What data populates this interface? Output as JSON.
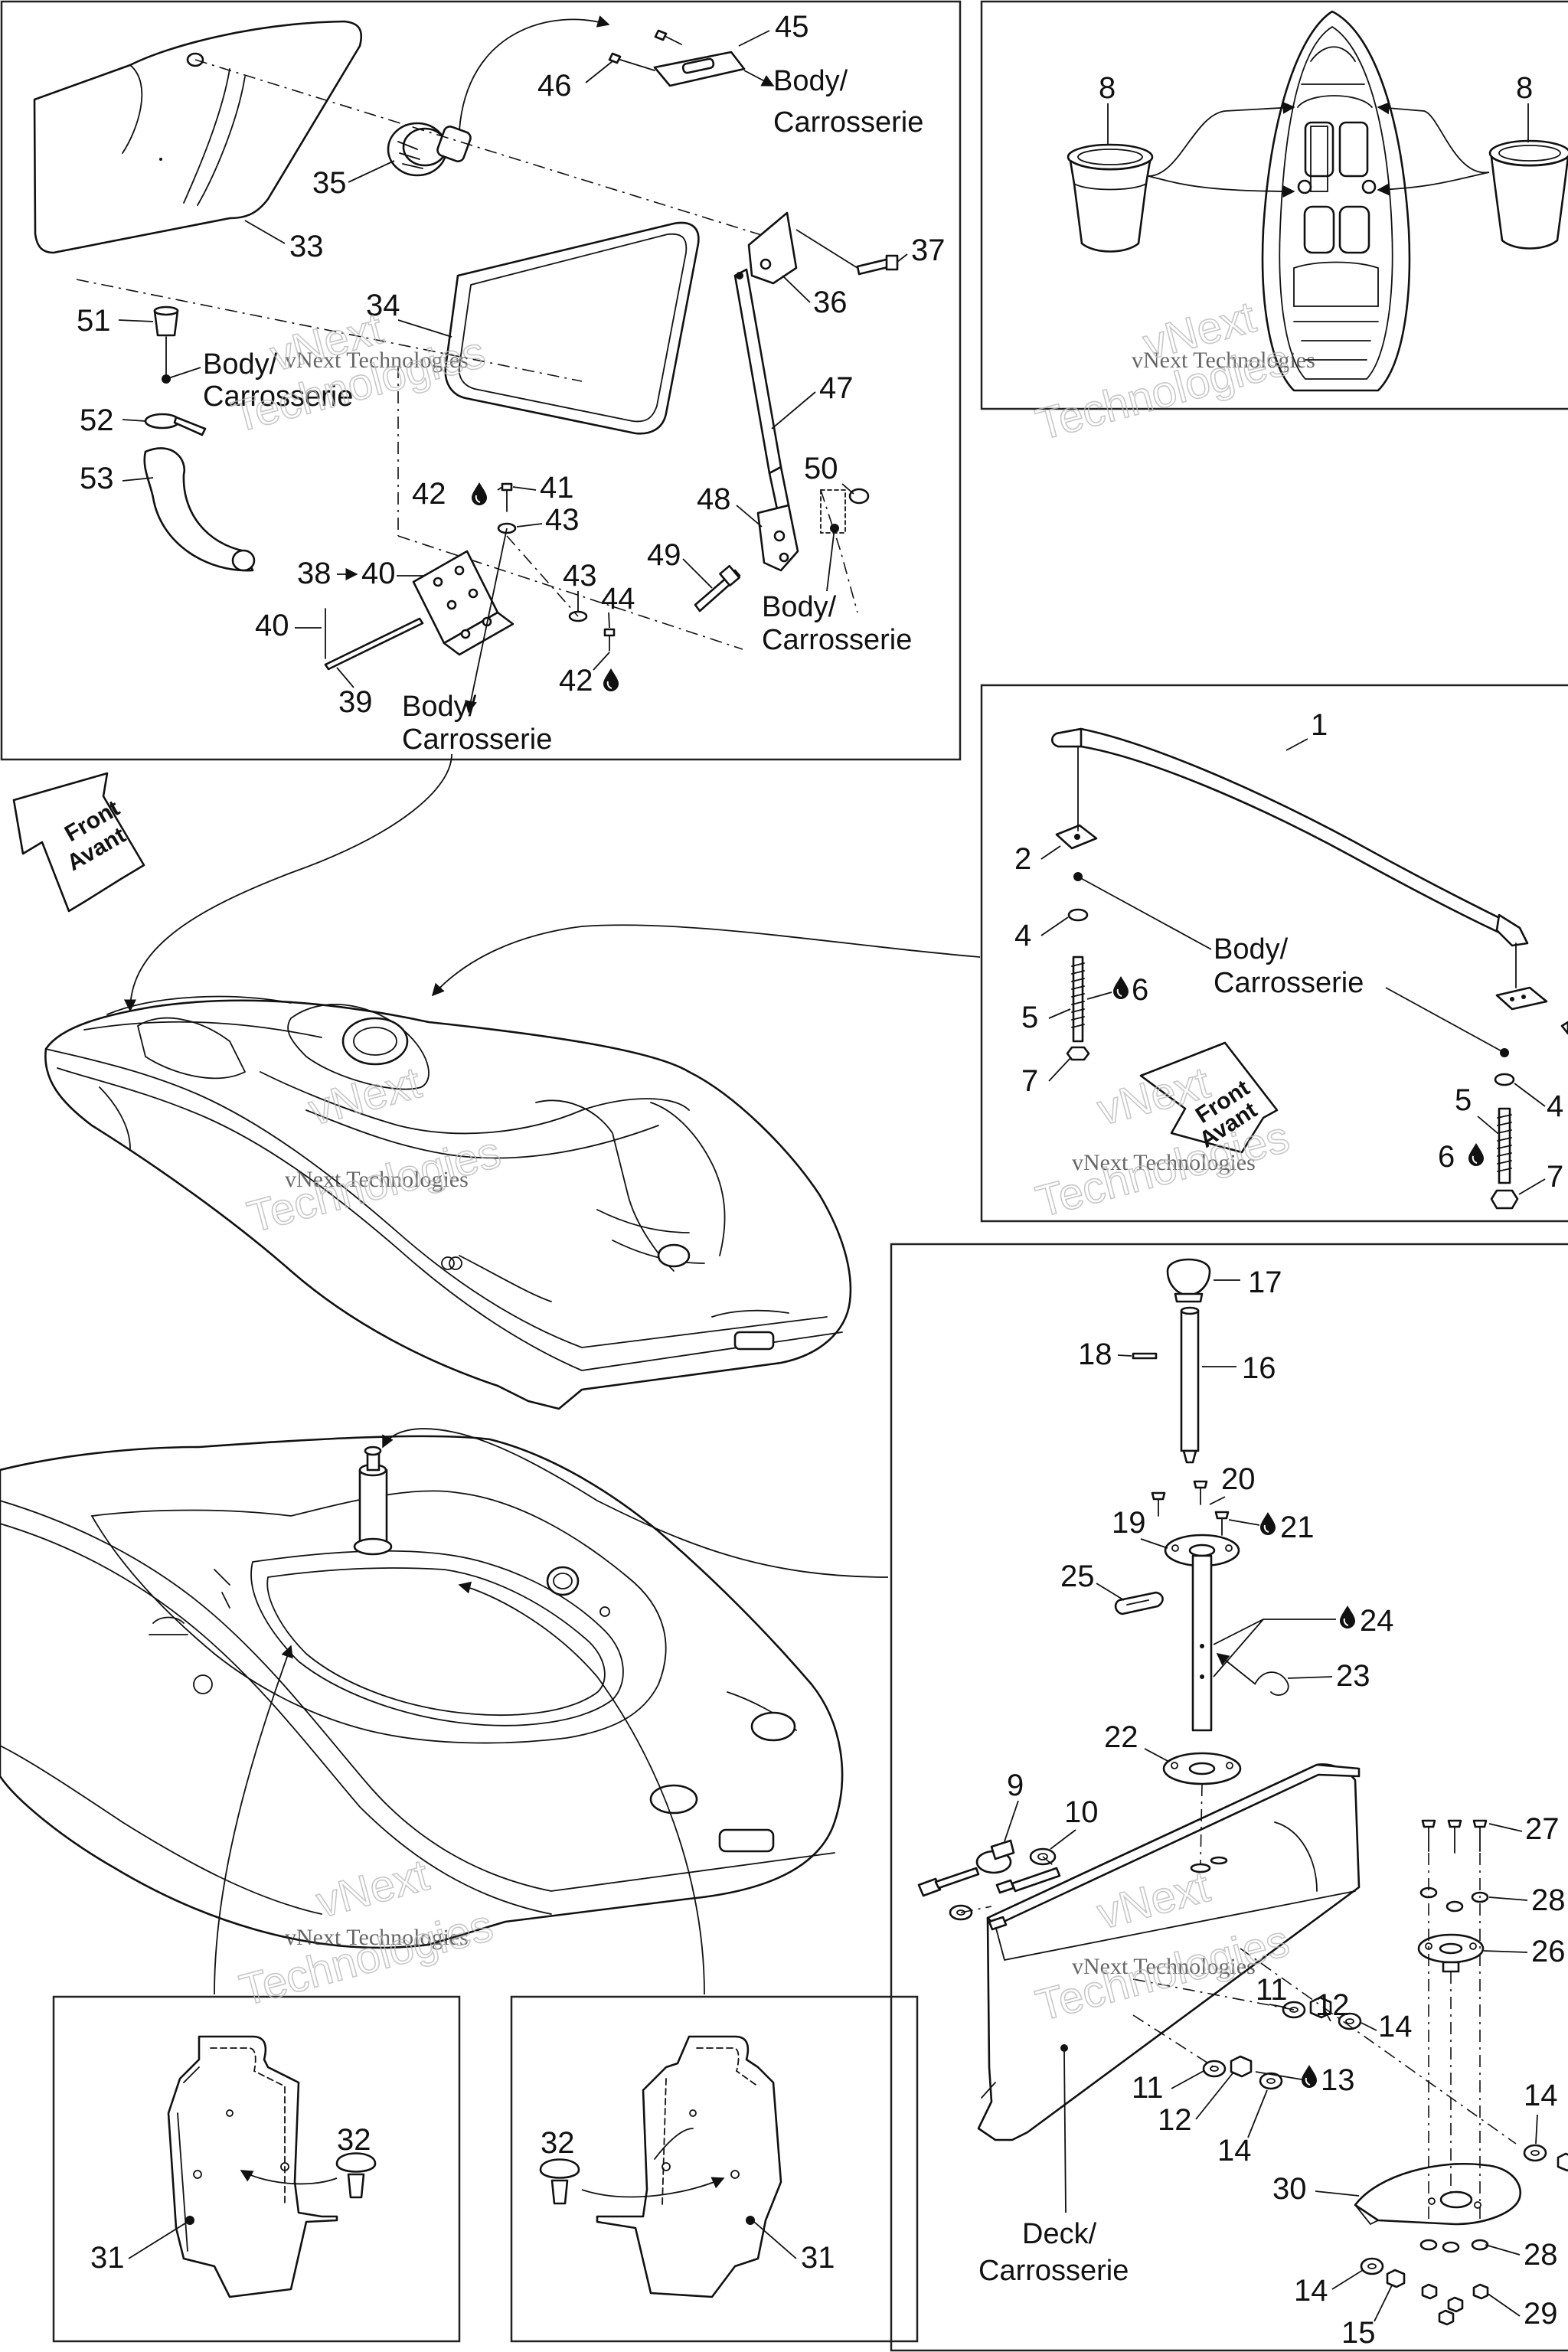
{
  "labels": {
    "n1": "1",
    "n2": "2",
    "n4a": "4",
    "n4b": "4",
    "n5a": "5",
    "n5b": "5",
    "n6a": "6",
    "n6b": "6",
    "n7a": "7",
    "n7b": "7",
    "n8a": "8",
    "n8b": "8",
    "n9": "9",
    "n10": "10",
    "n11a": "11",
    "n11b": "11",
    "n12a": "12",
    "n12b": "12",
    "n13": "13",
    "n14a": "14",
    "n14b": "14",
    "n14c": "14",
    "n14d": "14",
    "n15": "15",
    "n16": "16",
    "n17": "17",
    "n18": "18",
    "n19": "19",
    "n20": "20",
    "n21": "21",
    "n22": "22",
    "n23": "23",
    "n24": "24",
    "n25": "25",
    "n26": "26",
    "n27": "27",
    "n28a": "28",
    "n28b": "28",
    "n29": "29",
    "n30": "30",
    "n31a": "31",
    "n31b": "31",
    "n32a": "32",
    "n32b": "32",
    "n33": "33",
    "n34": "34",
    "n35": "35",
    "n36": "36",
    "n37": "37",
    "n38": "38",
    "n40a": "40",
    "n40b": "40",
    "n39": "39",
    "n41": "41",
    "n42a": "42",
    "n42b": "42",
    "n43a": "43",
    "n43b": "43",
    "n44": "44",
    "n45": "45",
    "n46": "46",
    "n47": "47",
    "n48": "48",
    "n49": "49",
    "n50": "50",
    "n51": "51",
    "n52": "52",
    "n53": "53"
  },
  "body_label_1": "Body/",
  "body_label_2": "Carrosserie",
  "deck_label_1": "Deck/",
  "deck_label_2": "Carrosserie",
  "front_1": "Front",
  "front_2": "Avant",
  "watermark_1": "vNext Technologies",
  "watermark_2": "vNext",
  "watermark_3": "Technologies"
}
